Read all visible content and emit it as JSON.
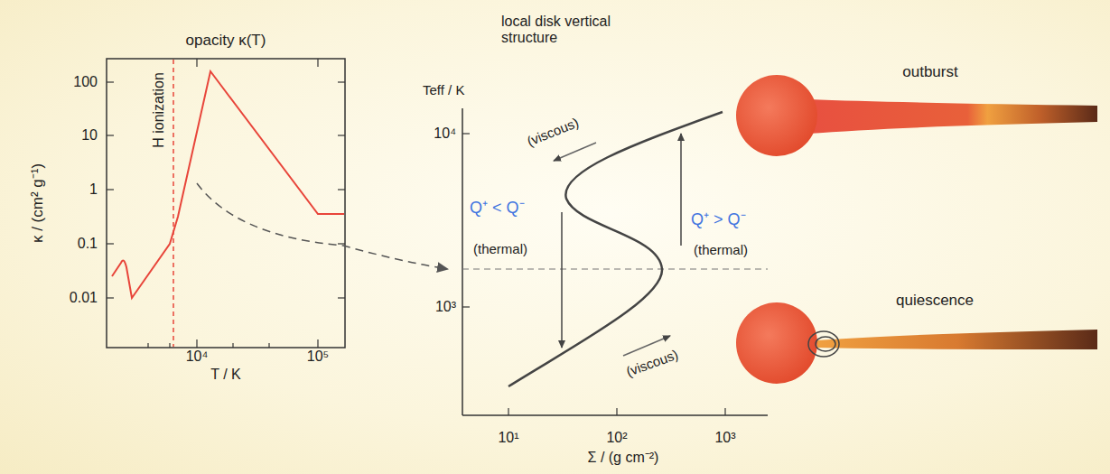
{
  "diagram": {
    "labels": [
      "opacity κ(T)",
      "κ / (cm² g⁻¹)",
      "100",
      "10",
      "1",
      "0.1",
      "0.01",
      "10⁴",
      "10⁵",
      "T / K",
      "H ionization",
      "local disk vertical structure",
      "Teff / K",
      "10⁴",
      "10³",
      "(viscous)",
      "Q⁺ < Q⁻",
      "(thermal)",
      "Q⁺ > Q⁻",
      "(thermal)",
      "(viscous)",
      "10¹",
      "10²",
      "10³",
      "Σ / (g cm⁻²)",
      "outburst",
      "quiescence"
    ]
  }
}
